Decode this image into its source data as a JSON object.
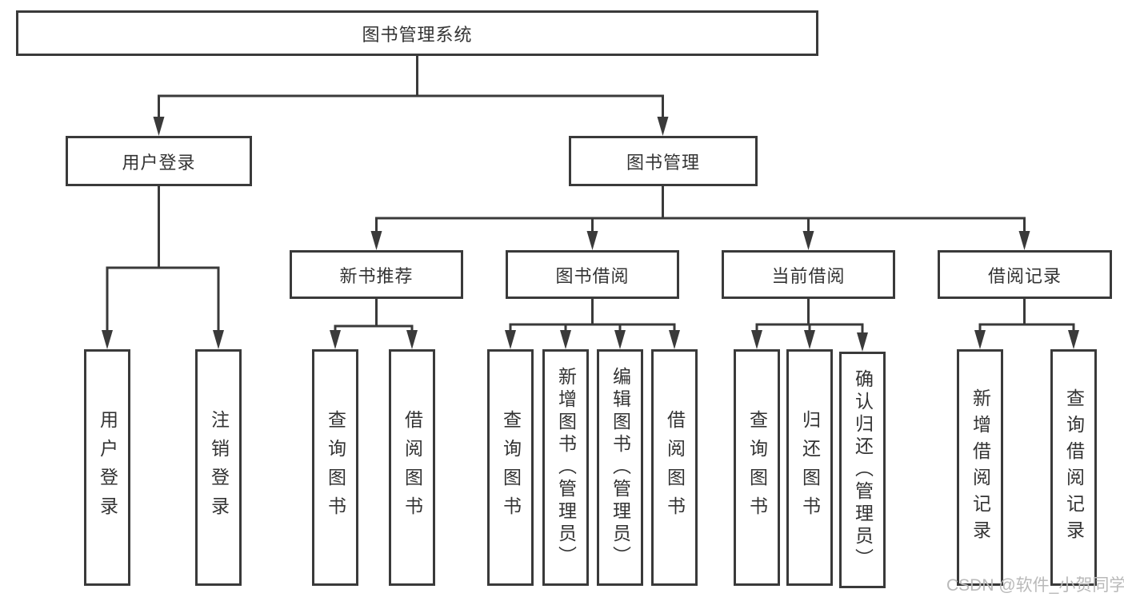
{
  "tree": {
    "label": "图书管理系统",
    "children": [
      {
        "label": "用户登录",
        "children": [
          {
            "label": "用户登录"
          },
          {
            "label": "注销登录"
          }
        ]
      },
      {
        "label": "图书管理",
        "children": [
          {
            "label": "新书推荐",
            "children": [
              {
                "label": "查询图书"
              },
              {
                "label": "借阅图书"
              }
            ]
          },
          {
            "label": "图书借阅",
            "children": [
              {
                "label": "查询图书"
              },
              {
                "label": "新增图书（管理员）"
              },
              {
                "label": "编辑图书（管理员）"
              },
              {
                "label": "借阅图书"
              }
            ]
          },
          {
            "label": "当前借阅",
            "children": [
              {
                "label": "查询图书"
              },
              {
                "label": "归还图书"
              },
              {
                "label": "确认归还（管理员）"
              }
            ]
          },
          {
            "label": "借阅记录",
            "children": [
              {
                "label": "新增借阅记录"
              },
              {
                "label": "查询借阅记录"
              }
            ]
          }
        ]
      }
    ]
  },
  "watermark": {
    "text": "CSDN @软件_小贺同学"
  },
  "colors": {
    "line": "#3a3a3a",
    "text": "#333333",
    "watermark": "#b9b9b9",
    "background": "#ffffff"
  }
}
